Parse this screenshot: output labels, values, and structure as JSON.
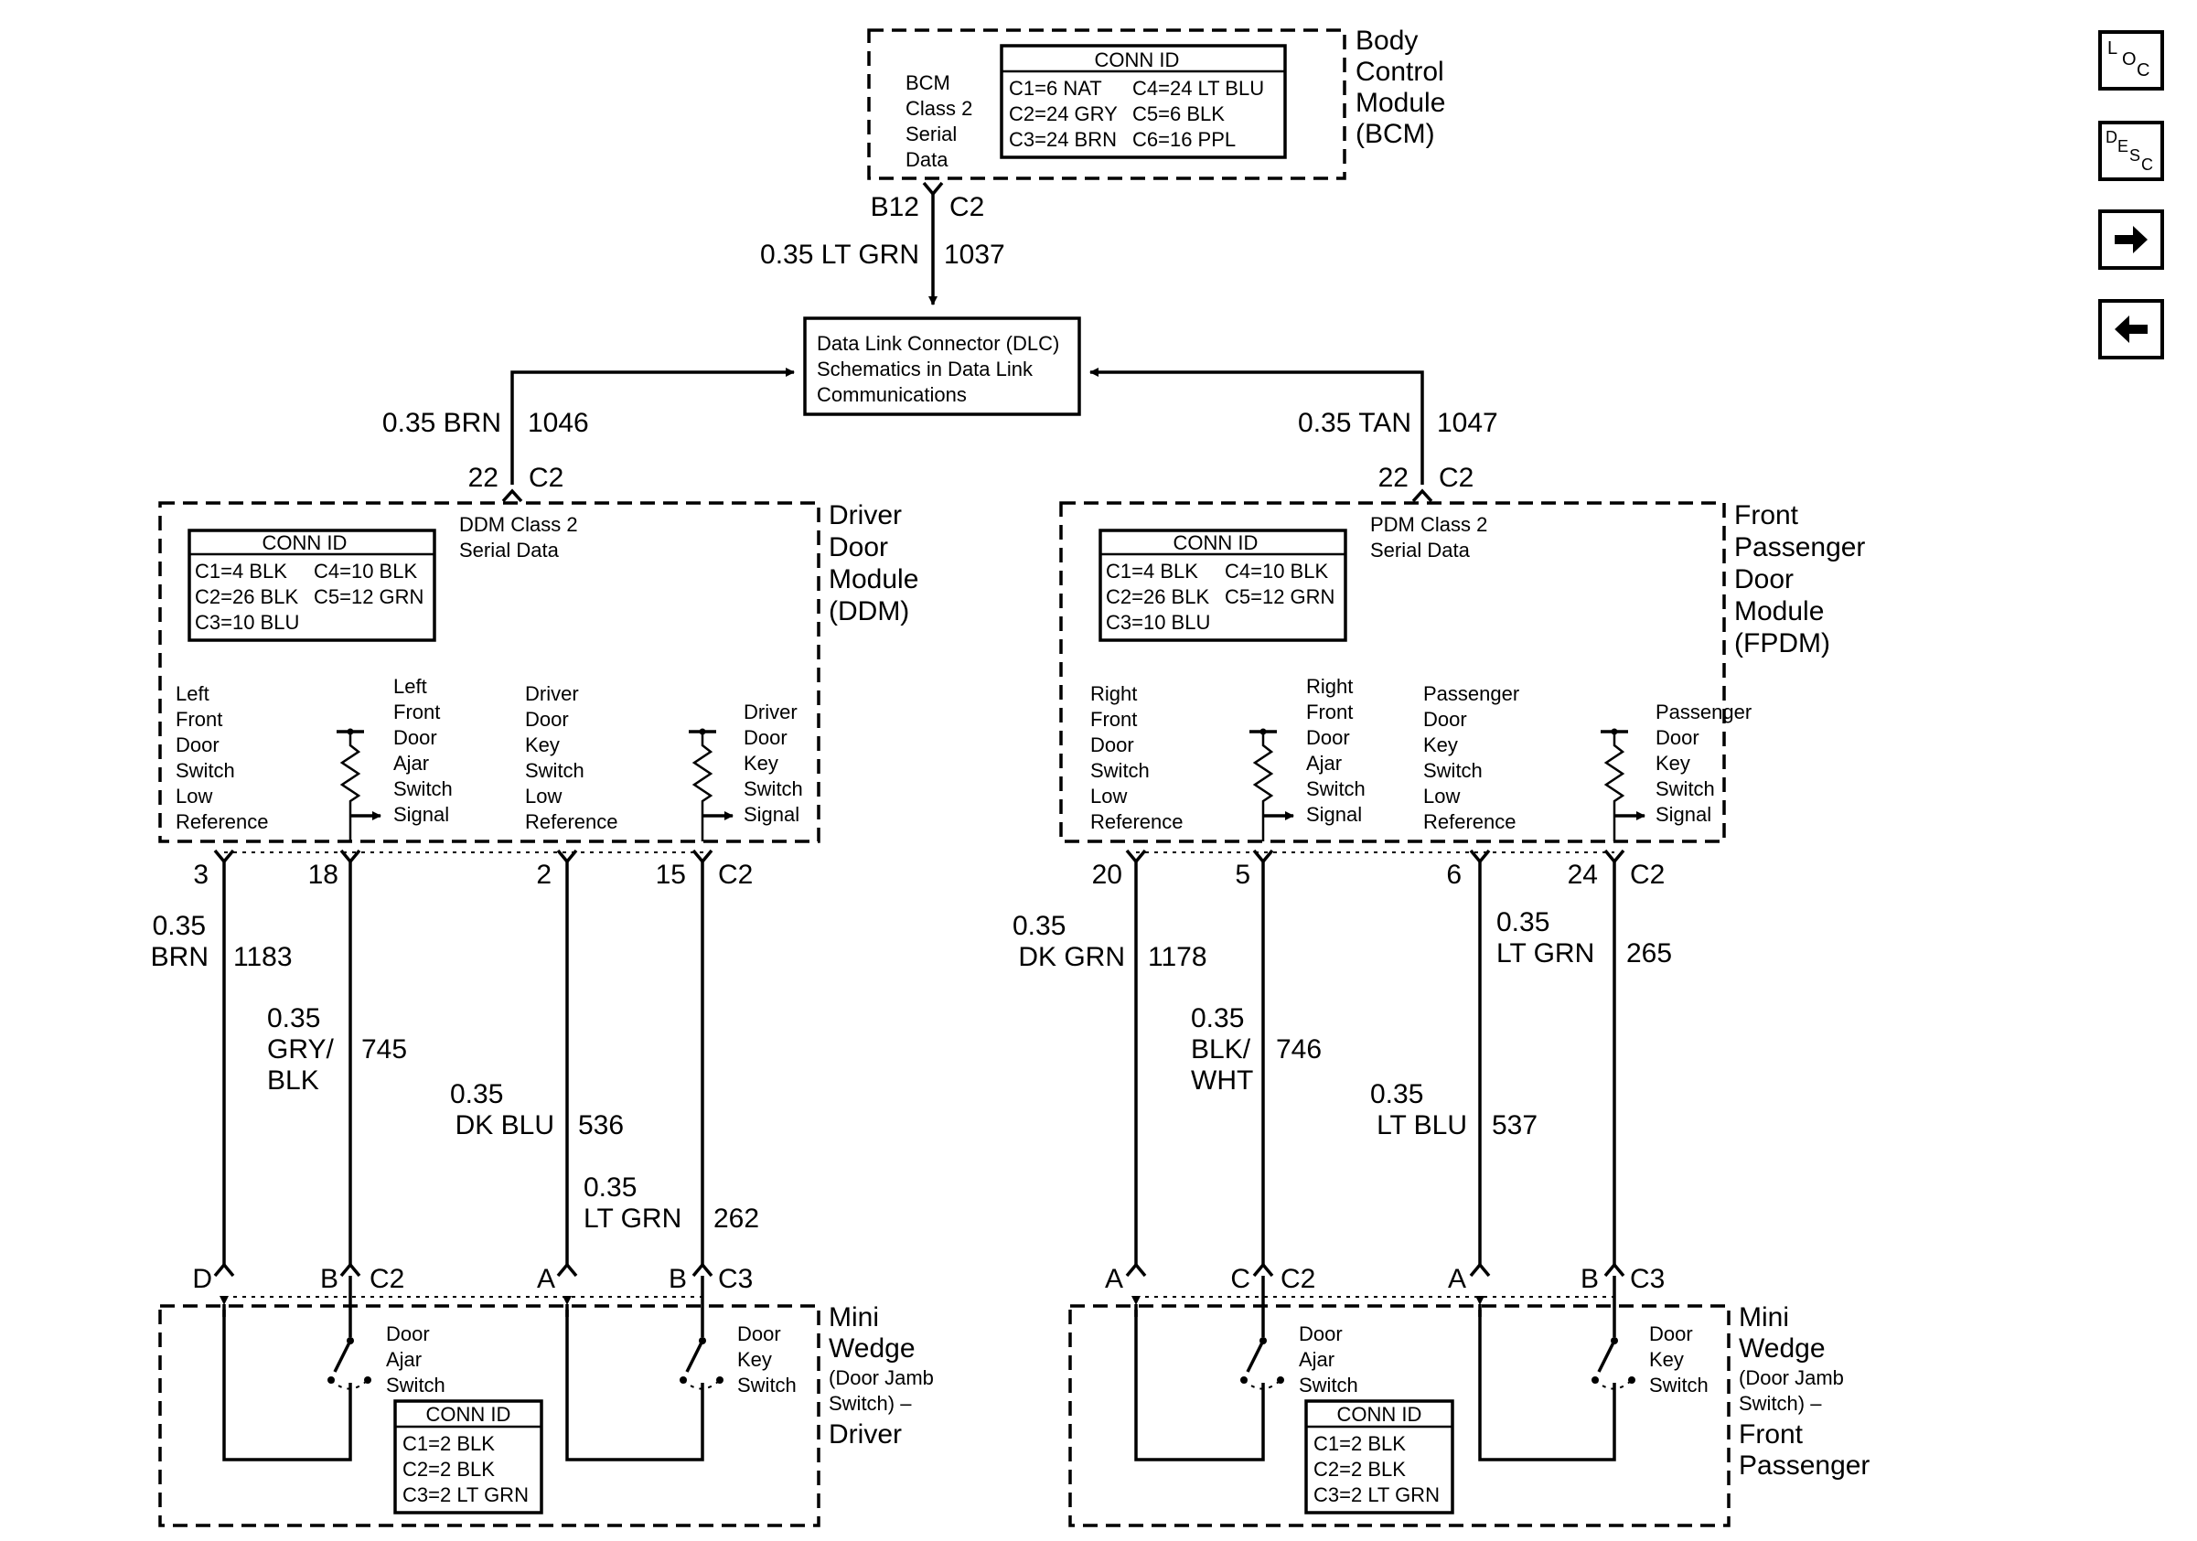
{
  "nav": {
    "loc": {
      "a": "L",
      "b": "O",
      "c": "C"
    },
    "desc": {
      "a": "D",
      "b": "E",
      "c": "S",
      "d": "C"
    }
  },
  "bcm": {
    "name": [
      "Body",
      "Control",
      "Module",
      "(BCM)"
    ],
    "serial": [
      "BCM",
      "Class 2",
      "Serial",
      "Data"
    ],
    "conn_id": {
      "title": "CONN ID",
      "rows": [
        [
          "C1=6 NAT",
          "C4=24 LT BLU"
        ],
        [
          "C2=24 GRY",
          "C5=6 BLK"
        ],
        [
          "C3=24 BRN",
          "C6=16 PPL"
        ]
      ]
    },
    "pin": "B12",
    "connector": "C2"
  },
  "wires": {
    "bcm_dlc": {
      "size_color": "0.35 LT GRN",
      "circuit": "1037"
    },
    "ddm_dlc": {
      "size_color": "0.35 BRN",
      "circuit": "1046"
    },
    "fpdm_dlc": {
      "size_color": "0.35 TAN",
      "circuit": "1047"
    }
  },
  "dlc": {
    "lines": [
      "Data Link Connector (DLC)",
      "Schematics in Data Link",
      "Communications"
    ]
  },
  "ddm": {
    "name": [
      "Driver",
      "Door",
      "Module",
      "(DDM)"
    ],
    "serial": [
      "DDM Class 2",
      "Serial Data"
    ],
    "top_pin": "22",
    "top_conn": "C2",
    "conn_id": {
      "title": "CONN ID",
      "rows": [
        [
          "C1=4 BLK",
          "C4=10 BLK"
        ],
        [
          "C2=26 BLK",
          "C5=12 GRN"
        ],
        [
          "C3=10 BLU",
          ""
        ]
      ]
    },
    "labels": {
      "lf_low": [
        "Left",
        "Front",
        "Door",
        "Switch",
        "Low",
        "Reference"
      ],
      "lf_ajar": [
        "Left",
        "Front",
        "Door",
        "Ajar",
        "Switch",
        "Signal"
      ],
      "key_low": [
        "Driver",
        "Door",
        "Key",
        "Switch",
        "Low",
        "Reference"
      ],
      "key_sig": [
        "Driver",
        "Door",
        "Key",
        "Switch",
        "Signal"
      ]
    },
    "pins": [
      "3",
      "18",
      "2",
      "15"
    ],
    "bottom_conn": "C2",
    "wires": [
      {
        "size": "0.35",
        "color": [
          "BRN"
        ],
        "circuit": "1183"
      },
      {
        "size": "0.35",
        "color": [
          "GRY/",
          "BLK"
        ],
        "circuit": "745"
      },
      {
        "size": "0.35",
        "color": [
          "DK BLU"
        ],
        "circuit": "536"
      },
      {
        "size": "0.35",
        "color": [
          "LT GRN"
        ],
        "circuit": "262"
      }
    ]
  },
  "fpdm": {
    "name": [
      "Front",
      "Passenger",
      "Door",
      "Module",
      "(FPDM)"
    ],
    "serial": [
      "PDM Class 2",
      "Serial Data"
    ],
    "top_pin": "22",
    "top_conn": "C2",
    "conn_id": {
      "title": "CONN ID",
      "rows": [
        [
          "C1=4 BLK",
          "C4=10 BLK"
        ],
        [
          "C2=26 BLK",
          "C5=12 GRN"
        ],
        [
          "C3=10 BLU",
          ""
        ]
      ]
    },
    "labels": {
      "rf_low": [
        "Right",
        "Front",
        "Door",
        "Switch",
        "Low",
        "Reference"
      ],
      "rf_ajar": [
        "Right",
        "Front",
        "Door",
        "Ajar",
        "Switch",
        "Signal"
      ],
      "key_low": [
        "Passenger",
        "Door",
        "Key",
        "Switch",
        "Low",
        "Reference"
      ],
      "key_sig": [
        "Passenger",
        "Door",
        "Key",
        "Switch",
        "Signal"
      ]
    },
    "pins": [
      "20",
      "5",
      "6",
      "24"
    ],
    "bottom_conn": "C2",
    "wires": [
      {
        "size": "0.35",
        "color": [
          "DK GRN"
        ],
        "circuit": "1178"
      },
      {
        "size": "0.35",
        "color": [
          "BLK/",
          "WHT"
        ],
        "circuit": "746"
      },
      {
        "size": "0.35",
        "color": [
          "LT BLU"
        ],
        "circuit": "537"
      },
      {
        "size": "0.35",
        "color": [
          "LT GRN"
        ],
        "circuit": "265"
      }
    ]
  },
  "wedge_driver": {
    "name_big": [
      "Mini",
      "Wedge"
    ],
    "name_small": [
      "(Door Jamb",
      "Switch) –"
    ],
    "name_tail": [
      "Driver"
    ],
    "pins": [
      "D",
      "B",
      "A",
      "B"
    ],
    "conns": [
      "C2",
      "C3"
    ],
    "ajar_label": [
      "Door",
      "Ajar",
      "Switch"
    ],
    "key_label": [
      "Door",
      "Key",
      "Switch"
    ],
    "conn_id": {
      "title": "CONN ID",
      "rows": [
        "C1=2 BLK",
        "C2=2 BLK",
        "C3=2 LT GRN"
      ]
    }
  },
  "wedge_pass": {
    "name_big": [
      "Mini",
      "Wedge"
    ],
    "name_small": [
      "(Door Jamb",
      "Switch) –"
    ],
    "name_tail": [
      "Front",
      "Passenger"
    ],
    "pins": [
      "A",
      "C",
      "A",
      "B"
    ],
    "conns": [
      "C2",
      "C3"
    ],
    "ajar_label": [
      "Door",
      "Ajar",
      "Switch"
    ],
    "key_label": [
      "Door",
      "Key",
      "Switch"
    ],
    "conn_id": {
      "title": "CONN ID",
      "rows": [
        "C1=2 BLK",
        "C2=2 BLK",
        "C3=2 LT GRN"
      ]
    }
  }
}
